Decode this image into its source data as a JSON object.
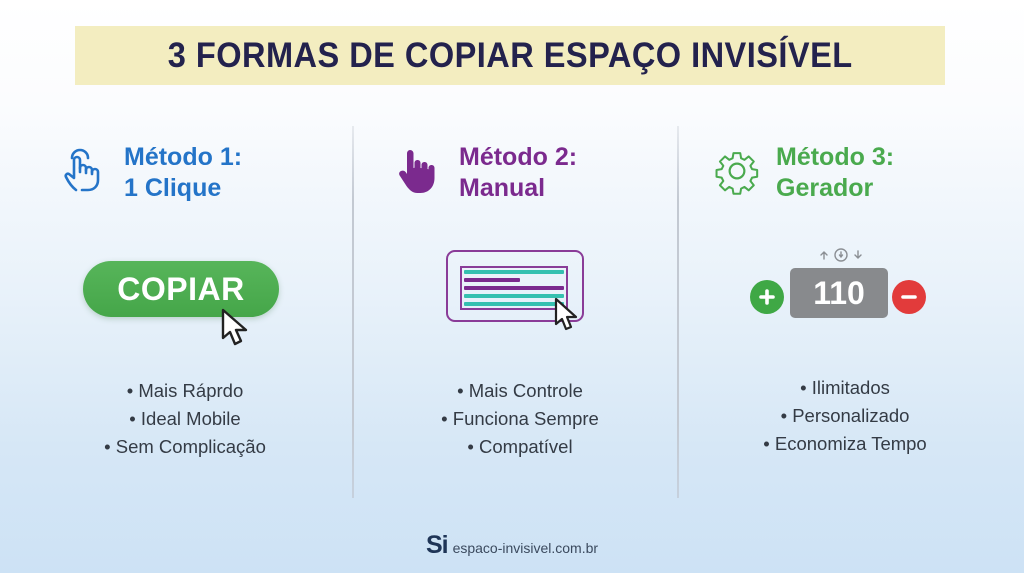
{
  "header": {
    "title": "3 FORMAS DE COPIAR ESPAÇO INVISÍVEL",
    "band_color": "#f3edc0",
    "title_color": "#23224d"
  },
  "methods": [
    {
      "title_line1": "Método 1:",
      "title_line2": "1 Clique",
      "icon": "pointer-tap-icon",
      "color": "#2474c8",
      "button_label": "COPIAR",
      "bullets": [
        "Mais Ráprdo",
        "Ideal Mobile",
        "Sem Complicação"
      ]
    },
    {
      "title_line1": "Método 2:",
      "title_line2": "Manual",
      "icon": "pointing-hand-icon",
      "color": "#7b2a8e",
      "bullets": [
        "Mais Controle",
        "Funciona Sempre",
        "Compatível"
      ]
    },
    {
      "title_line1": "Método 3:",
      "title_line2": "Gerador",
      "icon": "gear-icon",
      "color": "#4aaa4e",
      "stepper_value": "110",
      "bullets": [
        "Ilimitados",
        "Personalizado",
        "Economiza Tempo"
      ]
    }
  ],
  "footer": {
    "logo": "Si",
    "url": "espaco-invisivel.com.br"
  }
}
